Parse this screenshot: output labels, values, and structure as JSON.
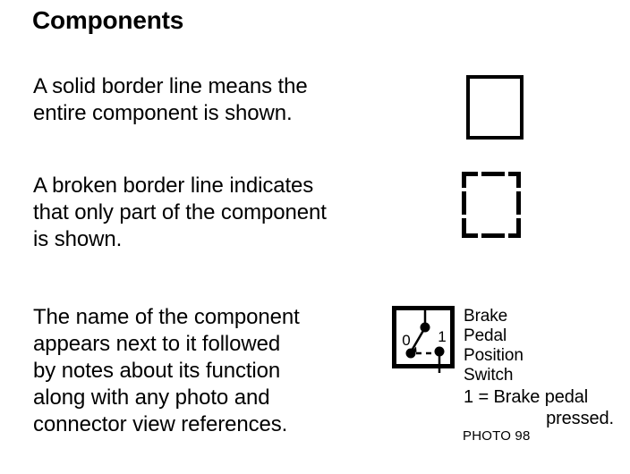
{
  "slide": {
    "title": "Components",
    "background_color": "#ffffff",
    "text_color": "#000000"
  },
  "paragraphs": {
    "solid": {
      "lines": [
        "A solid border line means the",
        "entire component is shown."
      ]
    },
    "broken": {
      "lines": [
        "A broken border line indicates",
        "that only part of the component",
        "is shown."
      ]
    },
    "naming": {
      "lines": [
        "The name of the component",
        "appears next to it followed",
        "by notes about its function",
        "along with any photo and",
        "connector view references."
      ]
    }
  },
  "examples": {
    "solid_box": {
      "style": "solid",
      "label": ""
    },
    "broken_box": {
      "style": "dashed",
      "label": ""
    }
  },
  "switch_symbol": {
    "position_labels": [
      "0",
      "1"
    ],
    "contact_style": "single-pole two-position with broken contact link"
  },
  "component_callout": {
    "name_lines": [
      "Brake",
      "Pedal",
      "Position",
      "Switch"
    ],
    "note_lines": [
      "1 = Brake pedal",
      "pressed."
    ],
    "photo_reference": "PHOTO 98"
  }
}
